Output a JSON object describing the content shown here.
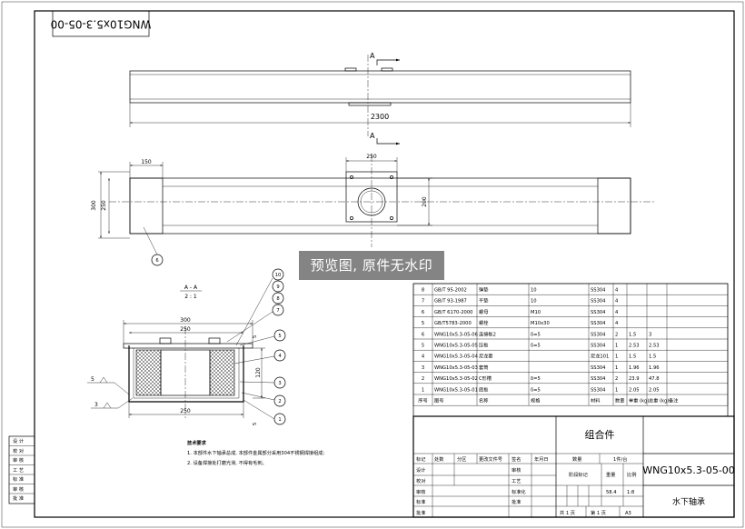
{
  "drawing": {
    "code_stamp": "WNG10x5.3-05-00",
    "view_label": "A",
    "section_title": "A - A",
    "section_scale": "2 : 1",
    "watermark": "预览图, 原件无水印"
  },
  "dims": {
    "total_length": "2300",
    "end_width": "150",
    "plate_width": "250",
    "height_outer": "300",
    "height_inner": "250",
    "plate_height": "200",
    "sec_width_outer": "300",
    "sec_width_inner": "250",
    "sec_bottom": "250",
    "sec_height": "120",
    "sec_five": "5"
  },
  "balloons": [
    "10",
    "9",
    "8",
    "7",
    "5",
    "4",
    "3",
    "2",
    "1",
    "6"
  ],
  "tech_notes": {
    "title": "技术要求",
    "line1": "1. 本部件水下轴承总成, 本部件金属部分采用304不锈钢焊接组成;",
    "line2": "2. 设备焊接处打磨光滑, 不得有毛刺。"
  },
  "bom": {
    "headers": [
      "序号",
      "图号",
      "名称",
      "规格",
      "材料",
      "数量",
      "单重 (kg)",
      "总重 (kg)",
      "备注"
    ],
    "rows": [
      [
        "8",
        "GB/T 95-2002",
        "弹垫",
        "10",
        "SS304",
        "4",
        "",
        "",
        ""
      ],
      [
        "7",
        "GB/T 93-1987",
        "平垫",
        "10",
        "SS304",
        "4",
        "",
        "",
        ""
      ],
      [
        "6",
        "GB/T 6170-2000",
        "螺母",
        "M10",
        "SS304",
        "4",
        "",
        "",
        ""
      ],
      [
        "5",
        "GB/T5783-2000",
        "螺栓",
        "M10x30",
        "SS304",
        "4",
        "",
        "",
        ""
      ],
      [
        "6",
        "WNG10x5.3-05-06",
        "连接板2",
        "δ=5",
        "SS304",
        "2",
        "1.5",
        "3",
        ""
      ],
      [
        "5",
        "WNG10x5.3-05-05",
        "压板",
        "δ=5",
        "SS304",
        "1",
        "2.53",
        "2.53",
        ""
      ],
      [
        "4",
        "WNG10x5.3-05-04",
        "尼龙套",
        "",
        "尼龙101",
        "1",
        "1.5",
        "1.5",
        ""
      ],
      [
        "3",
        "WNG10x5.3-05-03",
        "套筒",
        "",
        "SS304",
        "1",
        "1.96",
        "1.96",
        ""
      ],
      [
        "2",
        "WNG10x5.3-05-02",
        "C形槽",
        "δ=5",
        "SS304",
        "2",
        "23.9",
        "47.8",
        ""
      ],
      [
        "1",
        "WNG10x5.3-05-01",
        "底板",
        "δ=5",
        "SS304",
        "1",
        "2.05",
        "2.05",
        ""
      ]
    ]
  },
  "title_block": {
    "assembly": "组合件",
    "drawing_no": "WNG10x5.3-05-00",
    "name": "水下轴承",
    "row_labels_left": [
      "标记",
      "设计",
      "校对",
      "审核",
      "工艺",
      "标准",
      "批准"
    ],
    "col_labels": [
      "处数",
      "分区",
      "更改文件号",
      "签名",
      "年月日"
    ],
    "labels_mid": [
      "审核",
      "工艺",
      "标准化",
      "批准"
    ],
    "qty_label": "数量",
    "qty_value": "1件/台",
    "stage_label": "阶段标记",
    "weight_label": "重量",
    "scale_label": "比例",
    "weight": "58.4",
    "scale": "1:8",
    "sheet_total": "共 1 页",
    "sheet_no": "第 1 页",
    "size": "A3"
  },
  "side_block": [
    "批 准",
    "审 核",
    "标 准",
    "工 艺",
    "审 核",
    "校 对",
    "设 计"
  ]
}
